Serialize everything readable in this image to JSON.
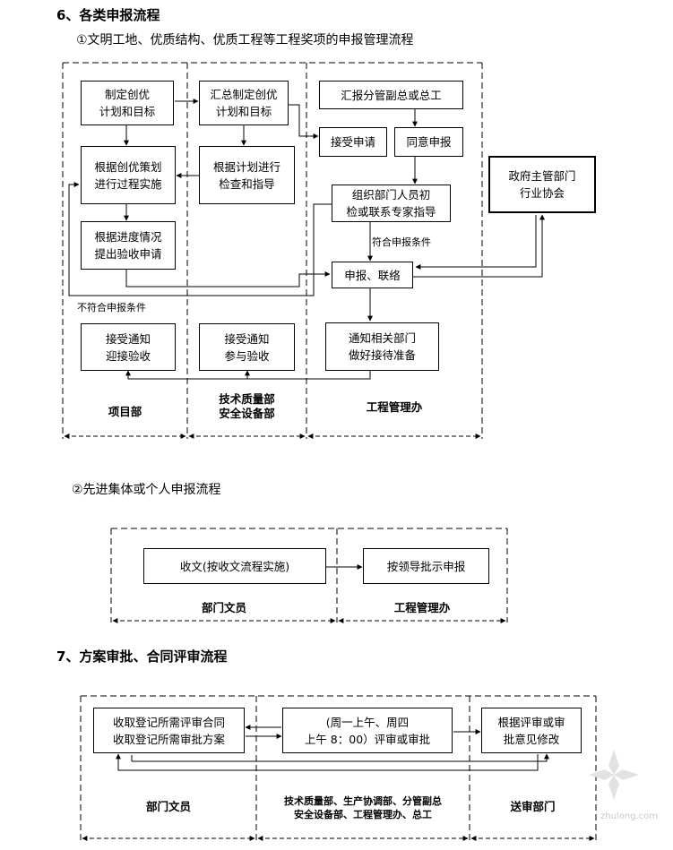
{
  "section6": {
    "title": "6、各类申报流程",
    "flow1": {
      "title": "①文明工地、优质结构、优质工程等工程奖项的申报管理流程",
      "boxes": {
        "b1": [
          "制定创优",
          "计划和目标"
        ],
        "b2": [
          "根据创优策划",
          "进行过程实施"
        ],
        "b3": [
          "根据进度情况",
          "提出验收申请"
        ],
        "b4": [
          "接受通知",
          "迎接验收"
        ],
        "b5": [
          "汇总制定创优",
          "计划和目标"
        ],
        "b6": [
          "根据计划进行",
          "检查和指导"
        ],
        "b7": [
          "接受通知",
          "参与验收"
        ],
        "b8": [
          "汇报分管副总或总工"
        ],
        "b9": [
          "接受申请"
        ],
        "b10": [
          "同意申报"
        ],
        "b11": [
          "组织部门人员初",
          "检或联系专家指导"
        ],
        "b12": [
          "申报、联络"
        ],
        "b13": [
          "通知相关部门",
          "做好接待准备"
        ],
        "b14": [
          "政府主管部门",
          "行业协会"
        ]
      },
      "notes": {
        "meet": "符合申报条件",
        "notmeet": "不符合申报条件"
      },
      "lanes": {
        "l1": [
          "项目部"
        ],
        "l2": [
          "技术质量部",
          "安全设备部"
        ],
        "l3": [
          "工程管理办"
        ]
      }
    },
    "flow2": {
      "title": "②先进集体或个人申报流程",
      "boxes": {
        "c1": [
          "收文(按收文流程实施)"
        ],
        "c2": [
          "按领导批示申报"
        ]
      },
      "lanes": {
        "m1": [
          "部门文员"
        ],
        "m2": [
          "工程管理办"
        ]
      }
    }
  },
  "section7": {
    "title": "7、方案审批、合同评审流程",
    "boxes": {
      "d1": [
        "收取登记所需评审合同",
        "收取登记所需审批方案"
      ],
      "d2": [
        "(周一上午、周四",
        "上午 8：00）评审或审批"
      ],
      "d3": [
        "根据评审或审",
        "批意见修改"
      ]
    },
    "lanes": {
      "n1": [
        "部门文员"
      ],
      "n2": [
        "技术质量部、生产协调部、分管副总",
        "安全设备部、工程管理办、总工"
      ],
      "n3": [
        "送审部门"
      ]
    }
  },
  "watermark": "zhulong.com"
}
